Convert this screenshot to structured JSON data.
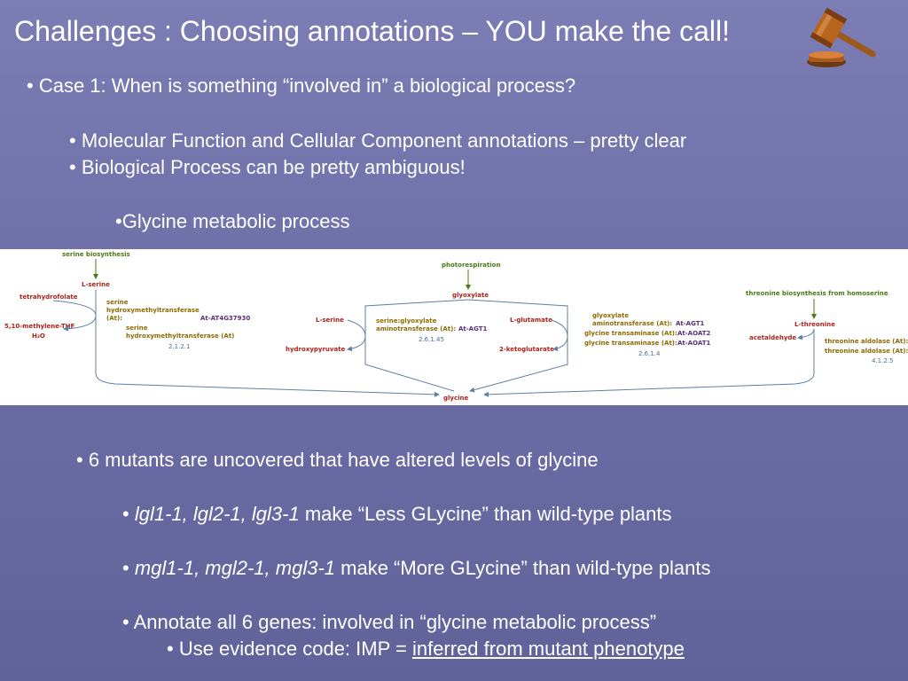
{
  "title": "Challenges : Choosing annotations – YOU make the call!",
  "case1": "•  Case 1:  When is something “involved in”  a biological process?",
  "bullets_top": [
    "• Molecular Function and Cellular Component annotations – pretty clear",
    "• Biological Process can be pretty ambiguous!"
  ],
  "glycine_process": "•Glycine metabolic process",
  "pathway": {
    "serine_biosynthesis": "serine biosynthesis",
    "l_serine": "L-serine",
    "tetrahydrofolate": "tetrahydrofolate",
    "methylene_thf": "5,10-methylene-THF",
    "h2o": "H₂O",
    "shmt_label_1": "serine",
    "shmt_label_2": "hydroxymethyltransferase",
    "shmt_label_3": "(At):",
    "shmt_gene": "At-AT4G37930",
    "shmt2_label_1": "serine",
    "shmt2_label_2": "hydroxymethyltransferase (At)",
    "ec_1": "2.1.2.1",
    "photorespiration": "photorespiration",
    "glyoxylate_top": "glyoxylate",
    "l_serine_mid": "L-serine",
    "hydroxypyruvate": "hydroxypyruvate",
    "sga_label_1": "serine:glyoxylate",
    "sga_label_2": "aminotransferase (At):",
    "sga_gene": "At-AGT1",
    "ec_2": "2.6.1.45",
    "l_glutamate": "L-glutamate",
    "ketoglutarate": "2-ketoglutarate",
    "gga_label_1": "glyoxylate",
    "gga_label_2": "aminotransferase (At):",
    "gga_gene": "At-AGT1",
    "gt1_label": "glycine transaminase (At):",
    "gt1_gene": "At-AOAT2",
    "gt2_label": "glycine transaminase (At):",
    "gt2_gene": "At-AOAT1",
    "ec_3": "2.6.1.4",
    "threonine_biosynthesis": "threonine biosynthesis from homoserine",
    "l_threonine": "L-threonine",
    "acetaldehyde": "acetaldehyde",
    "ta1": "threonine aldolase (At):",
    "ta2": "threonine aldolase (At):",
    "ec_4": "4.1.2.5",
    "glycine": "glycine"
  },
  "mutants_intro": "• 6 mutants are uncovered that have altered levels of glycine",
  "lgl_prefix": "• ",
  "lgl_genes": "lgl1-1, lgl2-1, lgl3-1",
  "lgl_rest": " make “Less GLycine” than wild-type plants",
  "mgl_prefix": "• ",
  "mgl_genes": "mgl1-1, mgl2-1, mgl3-1",
  "mgl_rest": " make “More GLycine” than wild-type plants",
  "annotate": "• Annotate all 6 genes: involved in “glycine metabolic process”",
  "evidence_prefix": "• Use evidence code: IMP = ",
  "evidence_link": "inferred from mutant phenotype",
  "icons": {
    "gavel": "gavel-icon"
  },
  "colors": {
    "background": "#6e6ea8",
    "text": "#ffffff"
  }
}
